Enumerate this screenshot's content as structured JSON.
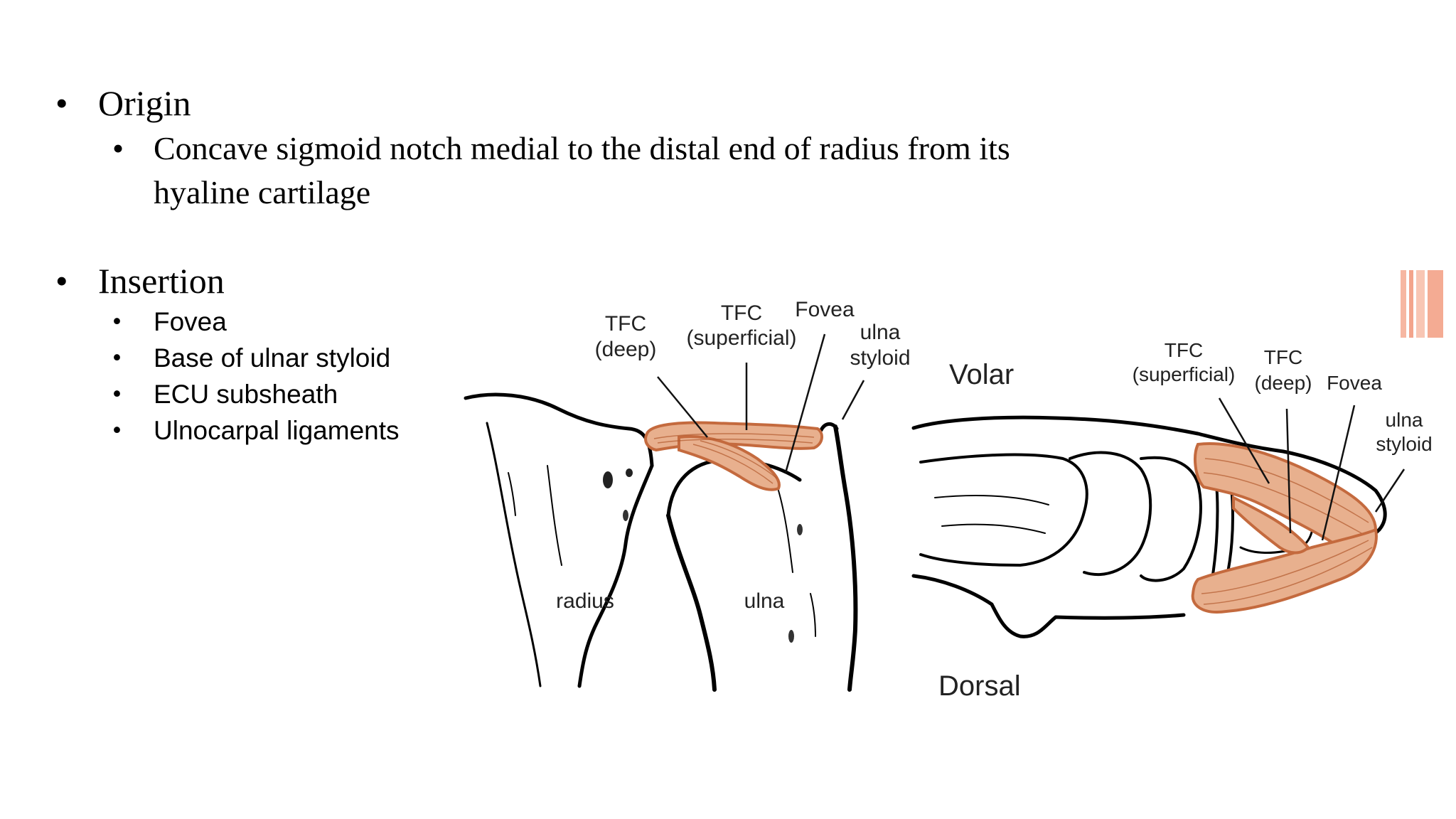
{
  "bullets": {
    "origin": {
      "heading": "Origin",
      "line1": "Concave sigmoid notch medial to the distal end of radius from its",
      "line2": "hyaline cartilage"
    },
    "insertion": {
      "heading": "Insertion",
      "items": [
        "Fovea",
        "Base of ulnar styloid",
        "ECU subsheath",
        "Ulnocarpal ligaments"
      ]
    }
  },
  "figure_left": {
    "tfc_deep_1": "TFC",
    "tfc_deep_2": "(deep)",
    "tfc_sup_1": "TFC",
    "tfc_sup_2": "(superficial)",
    "fovea": "Fovea",
    "styloid_1": "ulna",
    "styloid_2": "styloid",
    "radius": "radius",
    "ulna": "ulna"
  },
  "figure_right": {
    "volar": "Volar",
    "dorsal": "Dorsal",
    "tfc_sup_1": "TFC",
    "tfc_sup_2": "(superficial)",
    "tfc_deep_1": "TFC",
    "tfc_deep_2": "(deep)",
    "fovea": "Fovea",
    "styloid_1": "ulna",
    "styloid_2": "styloid"
  },
  "colors": {
    "ligament": "#e8b08e",
    "ligament_outline": "#c46a3e",
    "accent": "#f4a58a"
  }
}
